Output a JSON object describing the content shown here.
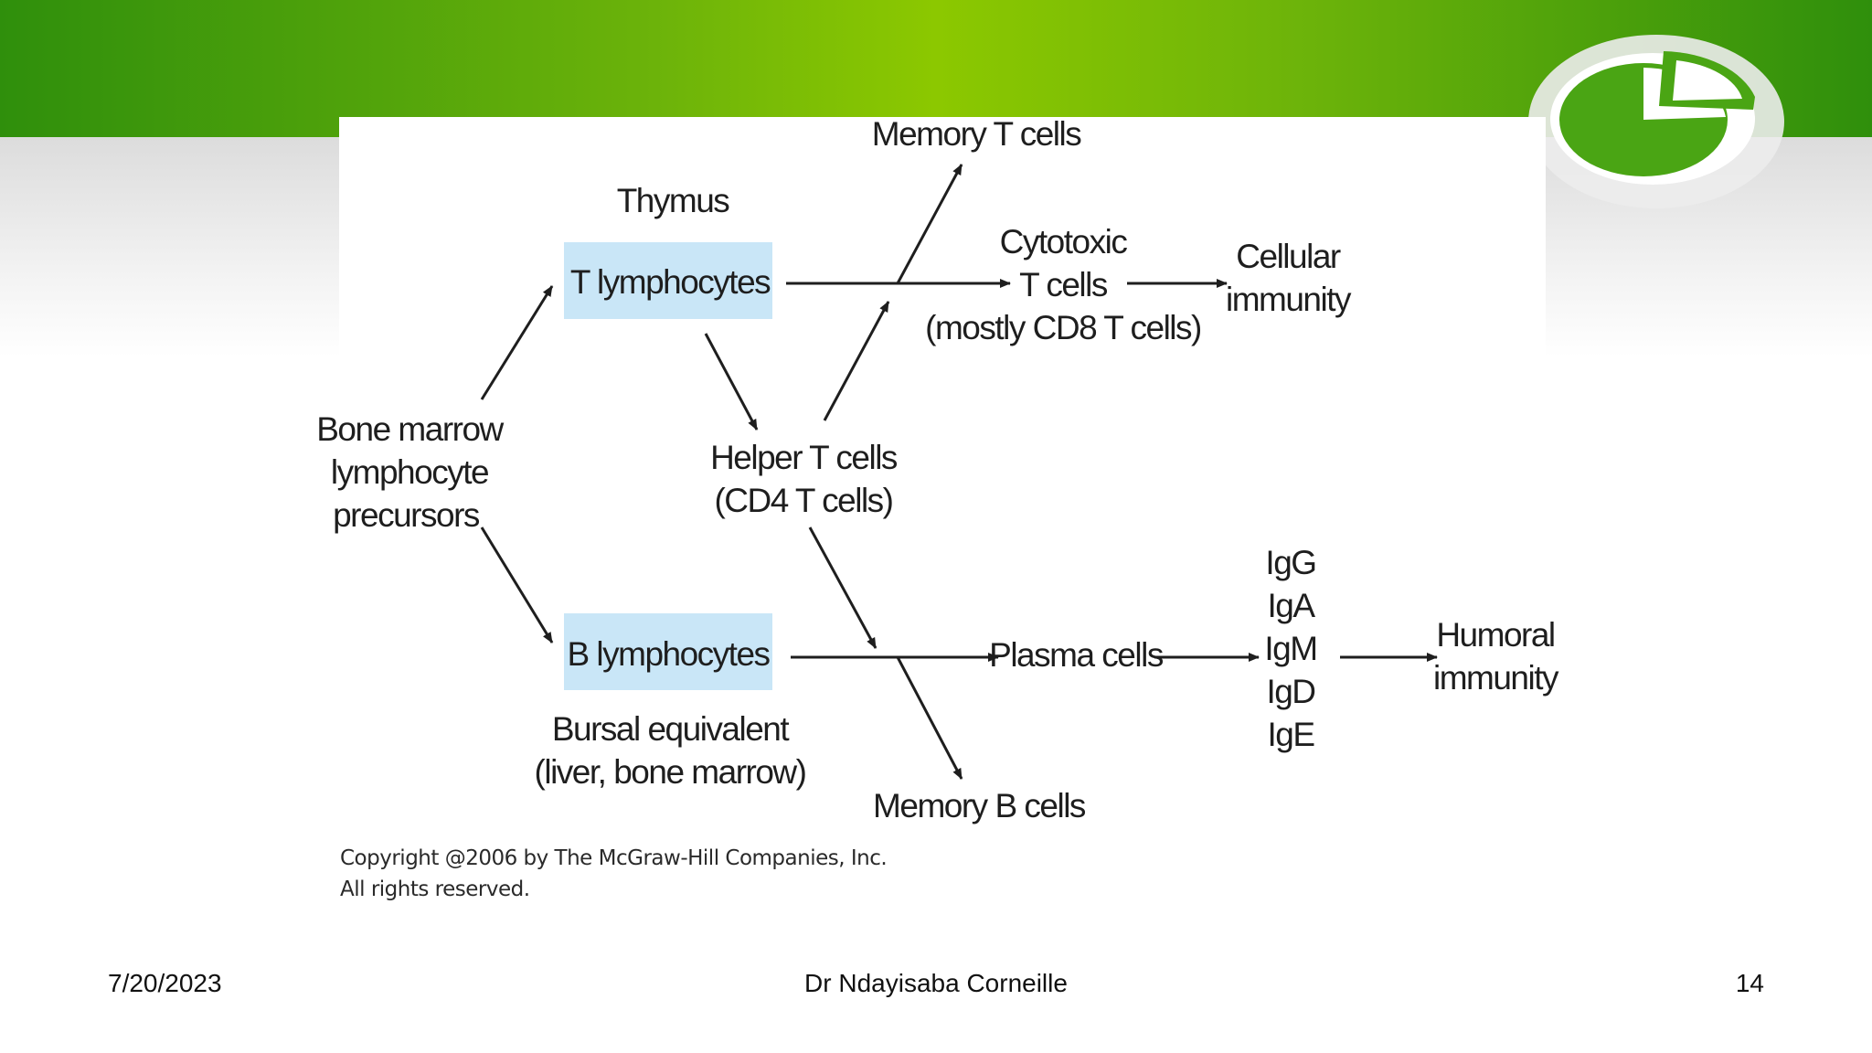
{
  "slide": {
    "footer": {
      "date": "7/20/2023",
      "author": "Dr Ndayisaba Corneille",
      "page_number": "14"
    },
    "theme_colors": {
      "header_green": "#6cb30a",
      "logo_green": "#4aa514",
      "box_fill": "#c9e6f7"
    }
  },
  "diagram": {
    "thymus": "Thymus",
    "t_lymphocytes": "T lymphocytes",
    "memory_t_cells": "Memory T cells",
    "cytotoxic": [
      "Cytotoxic",
      "T cells",
      "(mostly CD8 T cells)"
    ],
    "cellular_immunity": [
      "Cellular",
      "immunity"
    ],
    "bone_marrow": [
      "Bone marrow",
      "lymphocyte",
      "precursors"
    ],
    "helper_t": [
      "Helper T cells",
      "(CD4 T cells)"
    ],
    "b_lymphocytes": "B lymphocytes",
    "bursal": [
      "Bursal equivalent",
      "(liver, bone marrow)"
    ],
    "plasma_cells": "Plasma cells",
    "immunoglobulins": [
      "IgG",
      "IgA",
      "IgM",
      "IgD",
      "IgE"
    ],
    "humoral_immunity": [
      "Humoral",
      "immunity"
    ],
    "memory_b_cells": "Memory B cells"
  },
  "copyright": [
    "Copyright @2006 by The McGraw-Hill Companies, Inc.",
    "All rights reserved."
  ]
}
